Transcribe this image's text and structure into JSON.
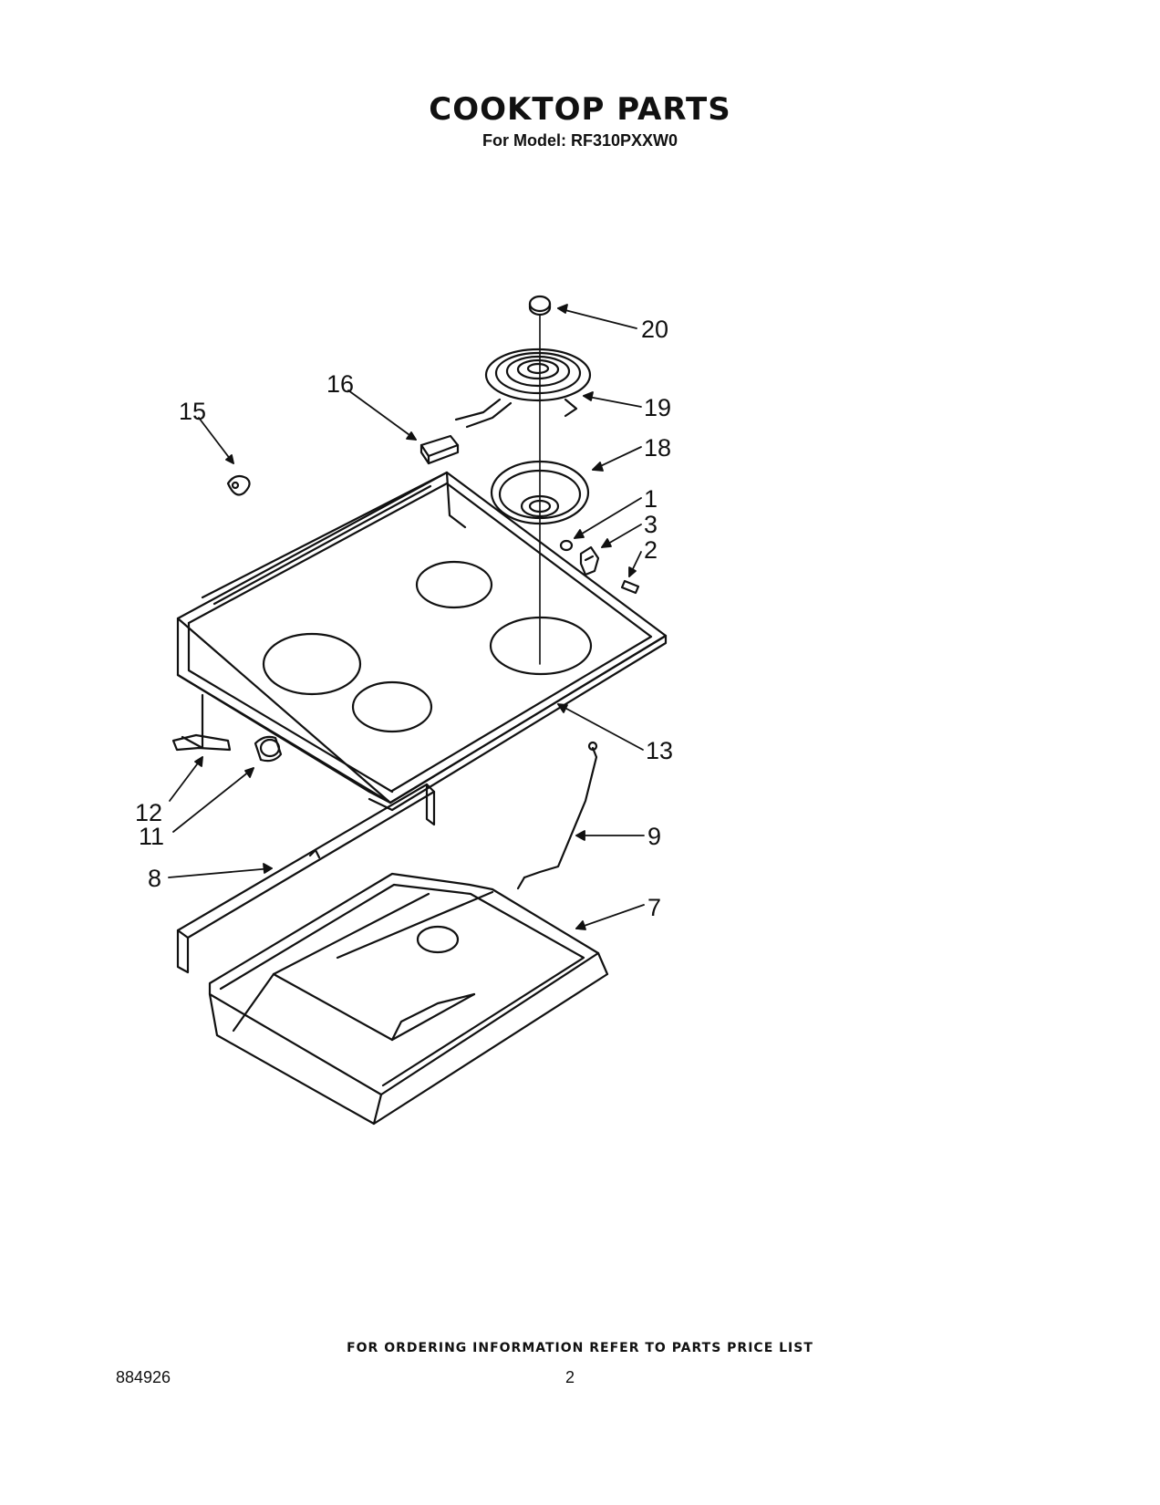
{
  "header": {
    "title": "COOKTOP PARTS",
    "subtitle": "For Model: RF310PXXW0"
  },
  "callouts": {
    "c20": "20",
    "c19": "19",
    "c18": "18",
    "c16": "16",
    "c15": "15",
    "c1": "1",
    "c3": "3",
    "c2": "2",
    "c13": "13",
    "c12": "12",
    "c11": "11",
    "c9": "9",
    "c8": "8",
    "c7": "7"
  },
  "footer": {
    "ordering_note": "FOR ORDERING INFORMATION REFER TO PARTS PRICE LIST",
    "doc_number": "884926",
    "page_number": "2"
  }
}
